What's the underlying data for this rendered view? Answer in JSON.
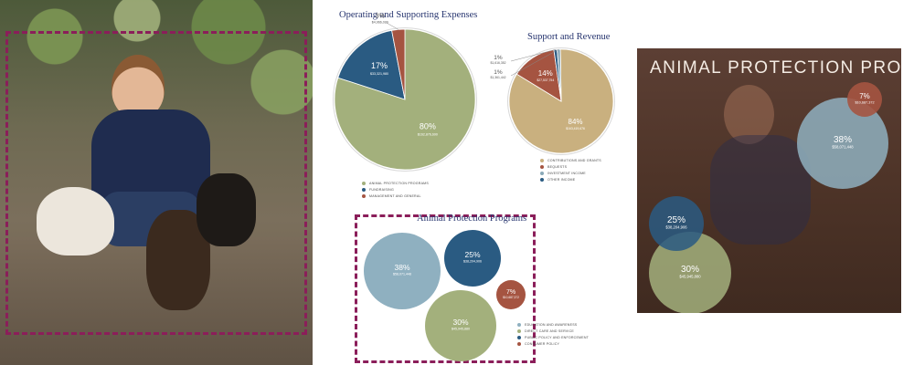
{
  "chart_data": [
    {
      "type": "pie",
      "title": "Operating and Supporting Expenses",
      "slices": [
        {
          "label": "Animal Protection Programs",
          "percent": "80%",
          "amount": "$162,876,690",
          "color": "#a3b07c"
        },
        {
          "label": "Fundraising",
          "percent": "17%",
          "amount": "$33,321,980",
          "color": "#2a5b82"
        },
        {
          "label": "Management and General",
          "percent": "3%",
          "amount": "$4,966,029",
          "color": "#a55441"
        }
      ],
      "values": [
        80,
        17,
        3
      ],
      "legend": [
        "Animal Protection Programs",
        "Fundraising",
        "Management and General"
      ]
    },
    {
      "type": "pie",
      "title": "Support and Revenue",
      "slices": [
        {
          "label": "Contributions and Grants",
          "percent": "84%",
          "amount": "$163,419,676",
          "color": "#c9b07f"
        },
        {
          "label": "Bequests",
          "percent": "14%",
          "amount": "$27,537,754",
          "color": "#a55441"
        },
        {
          "label": "Investment Income",
          "percent": "1%",
          "amount": "$1,361,442",
          "color": "#8aa9b8"
        },
        {
          "label": "Other Income",
          "percent": "1%",
          "amount": "$1,616,352",
          "color": "#2a5b82"
        }
      ],
      "values": [
        84,
        14,
        1,
        1
      ],
      "legend": [
        "Contributions and Grants",
        "Bequests",
        "Investment Income",
        "Other Income"
      ]
    },
    {
      "type": "bubble",
      "title": "Animal Protection Programs",
      "bubbles": [
        {
          "label": "Education and Awareness",
          "percent": "38%",
          "amount": "$58,071,448",
          "value": 38,
          "color": "#8fb0c0"
        },
        {
          "label": "Direct Care and Service",
          "percent": "30%",
          "amount": "$45,945,880",
          "value": 30,
          "color": "#a3b07c"
        },
        {
          "label": "Public Policy and Enforcement",
          "percent": "25%",
          "amount": "$38,204,906",
          "value": 25,
          "color": "#2a5b82"
        },
        {
          "label": "Consumer Policy",
          "percent": "7%",
          "amount": "$10,687,372",
          "value": 7,
          "color": "#a55441"
        }
      ],
      "legend": [
        "Education and Awareness",
        "Direct Care and Service",
        "Public Policy and Enforcement",
        "Consumer Policy"
      ]
    }
  ],
  "overlay": {
    "title": "ANIMAL PROTECTION PROGRAMS",
    "bubbles": [
      {
        "percent": "38%",
        "amount": "$58,071,448",
        "color": "#8fb0c0"
      },
      {
        "percent": "30%",
        "amount": "$45,945,880",
        "color": "#a3b07c"
      },
      {
        "percent": "25%",
        "amount": "$38,204,906",
        "color": "#2a5b82"
      },
      {
        "percent": "7%",
        "amount": "$10,687,372",
        "color": "#a55441"
      }
    ]
  }
}
